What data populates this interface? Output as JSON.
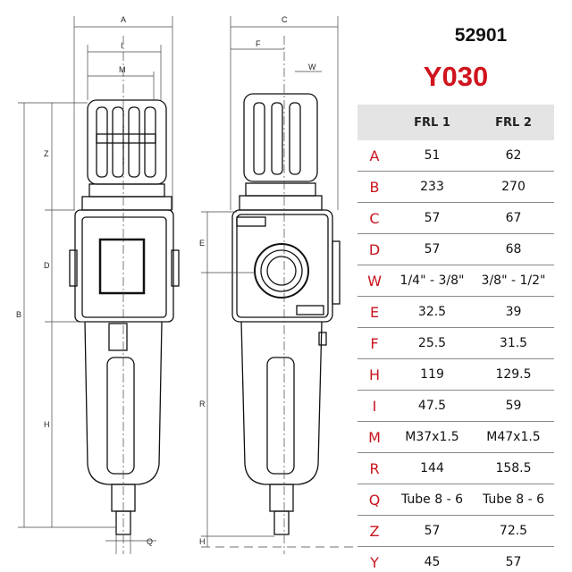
{
  "header": {
    "code": "52901",
    "model": "Y030",
    "model_color": "#d0141e"
  },
  "table": {
    "columns": [
      "",
      "FRL 1",
      "FRL 2"
    ],
    "rows": [
      {
        "key": "A",
        "frl1": "51",
        "frl2": "62"
      },
      {
        "key": "B",
        "frl1": "233",
        "frl2": "270"
      },
      {
        "key": "C",
        "frl1": "57",
        "frl2": "67"
      },
      {
        "key": "D",
        "frl1": "57",
        "frl2": "68"
      },
      {
        "key": "W",
        "frl1": "1/4\" - 3/8\"",
        "frl2": "3/8\" - 1/2\""
      },
      {
        "key": "E",
        "frl1": "32.5",
        "frl2": "39"
      },
      {
        "key": "F",
        "frl1": "25.5",
        "frl2": "31.5"
      },
      {
        "key": "H",
        "frl1": "119",
        "frl2": "129.5"
      },
      {
        "key": "I",
        "frl1": "47.5",
        "frl2": "59"
      },
      {
        "key": "M",
        "frl1": "M37x1.5",
        "frl2": "M47x1.5"
      },
      {
        "key": "R",
        "frl1": "144",
        "frl2": "158.5"
      },
      {
        "key": "Q",
        "frl1": "Tube 8 - 6",
        "frl2": "Tube 8 - 6"
      },
      {
        "key": "Z",
        "frl1": "57",
        "frl2": "72.5"
      },
      {
        "key": "Y",
        "frl1": "45",
        "frl2": "57"
      }
    ]
  },
  "drawing": {
    "front": {
      "A": "A",
      "I": "I",
      "M": "M",
      "B": "B",
      "Z": "Z",
      "D": "D",
      "H": "H",
      "Q": "Q"
    },
    "side": {
      "C": "C",
      "F": "F",
      "W": "W",
      "E": "E",
      "R": "R",
      "H": "H"
    }
  }
}
